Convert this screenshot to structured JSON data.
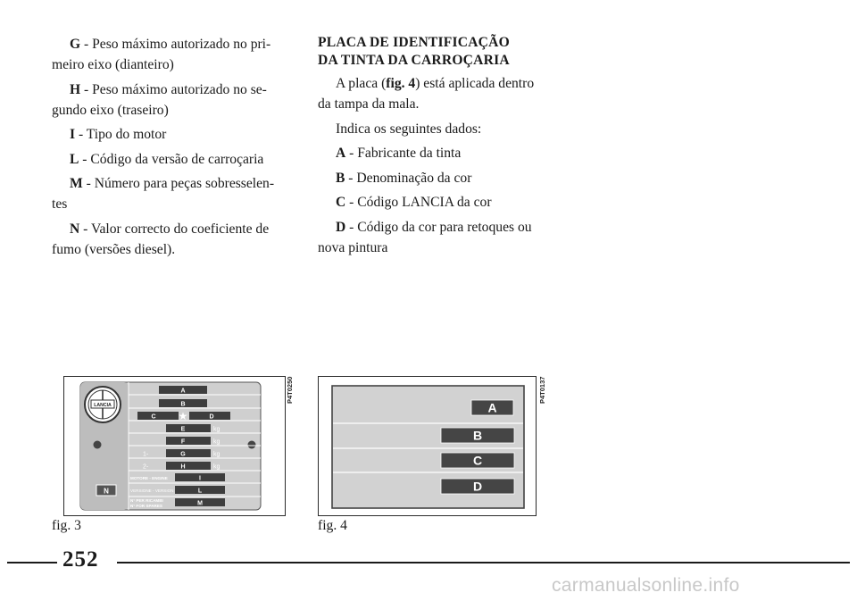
{
  "left_column": {
    "items": [
      {
        "key": "G",
        "text": " - Peso máximo autorizado no pri-meiro eixo (dianteiro)"
      },
      {
        "key": "H",
        "text": " - Peso máximo autorizado no se-gundo eixo (traseiro)"
      },
      {
        "key": "I",
        "text": " - Tipo do motor"
      },
      {
        "key": "L",
        "text": " - Código da versão de carroçaria"
      },
      {
        "key": "M",
        "text": " - Número para peças sobresselen-tes"
      },
      {
        "key": "N",
        "text": " - Valor correcto do coeficiente de fumo (versões diesel)."
      }
    ]
  },
  "right_column": {
    "heading_line1": "PLACA DE IDENTIFICAÇÃO",
    "heading_line2": "DA TINTA DA CARROÇARIA",
    "intro_before": "A placa (",
    "intro_ref": "fig. 4",
    "intro_after": ") está aplicada dentro da tampa da mala.",
    "indicates": "Indica os seguintes dados:",
    "items": [
      {
        "key": "A",
        "text": " - Fabricante da tinta"
      },
      {
        "key": "B",
        "text": " - Denominação da cor"
      },
      {
        "key": "C",
        "text": " - Código LANCIA da cor"
      },
      {
        "key": "D",
        "text": " - Código da cor para retoques ou nova pintura"
      }
    ]
  },
  "fig3": {
    "caption": "fig. 3",
    "code": "P4T0250",
    "logo_text": "LANCIA",
    "fields": {
      "A": "A",
      "B": "B",
      "C": "C",
      "D": "D",
      "E": "E",
      "F": "F",
      "G": "G",
      "H": "H",
      "I": "I",
      "L": "L",
      "M": "M",
      "N": "N",
      "kg": "kg",
      "axle1": "1-",
      "axle2": "2-",
      "motor": "MOTORE - ENGINE",
      "versione": "VERSIONE - VERSION",
      "ricambi_1": "N° PER RICAMBI",
      "ricambi_2": "N° FOR SPARES"
    }
  },
  "fig4": {
    "caption": "fig. 4",
    "code": "P4T0137",
    "labels": [
      "A",
      "B",
      "C",
      "D"
    ]
  },
  "footer": {
    "page_number": "252"
  },
  "watermark": "carmanualsonline.info"
}
